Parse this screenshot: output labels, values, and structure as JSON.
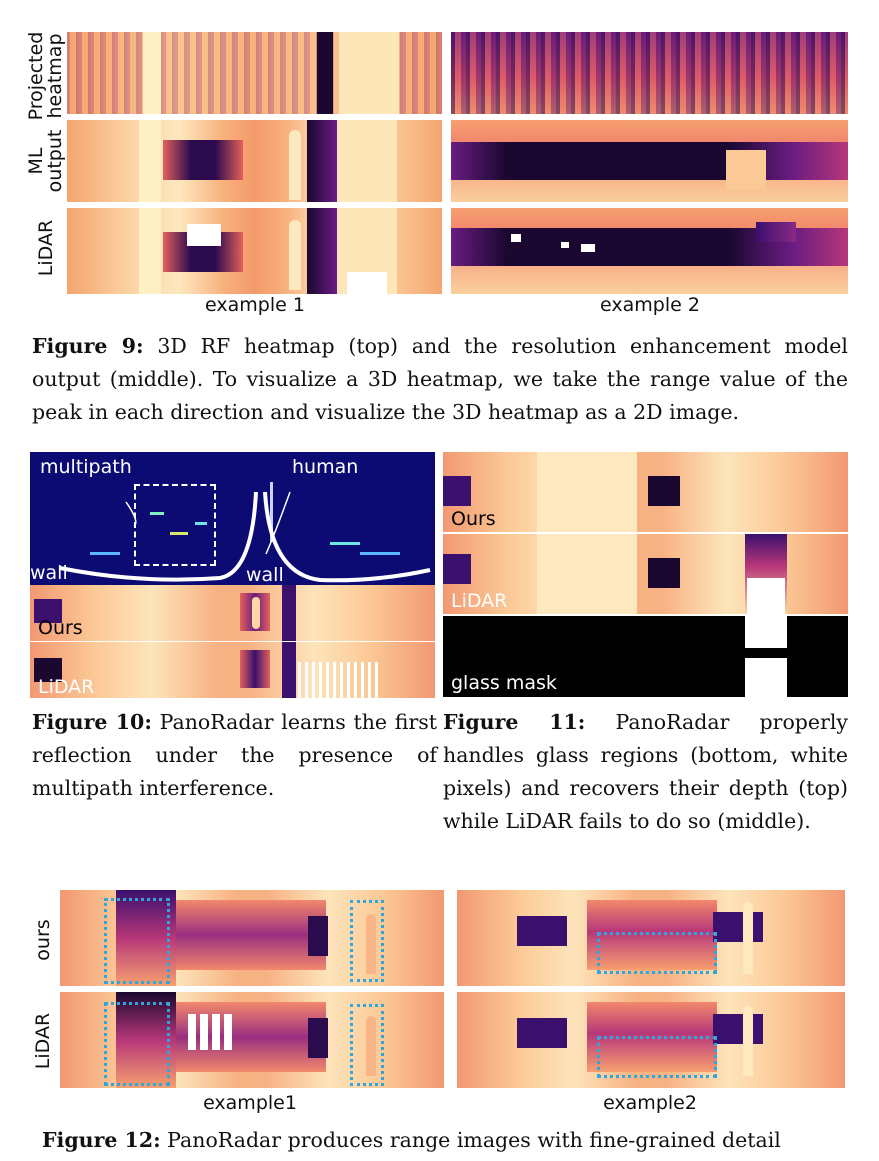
{
  "figure9": {
    "row_labels": [
      "Projected heatmap",
      "ML output",
      "LiDAR"
    ],
    "row_label_lines": [
      [
        "Projected",
        "heatmap"
      ],
      [
        "ML",
        "output"
      ],
      [
        "LiDAR"
      ]
    ],
    "x_labels": [
      "example 1",
      "example 2"
    ],
    "caption_label": "Figure 9:",
    "caption_text": " 3D RF heatmap (top) and the resolution enhancement model output (middle). To visualize a 3D heatmap, we take the range value of the peak in each direction and visualize the 3D heatmap as a 2D image."
  },
  "figure10": {
    "annotations": {
      "multipath": "multipath",
      "human": "human",
      "wall_left": "wall",
      "wall_right": "wall"
    },
    "panel_labels": [
      "Ours",
      "LiDAR"
    ],
    "caption_label": "Figure 10:",
    "caption_text": " PanoRadar learns the first reflection under the presence of multipath interference."
  },
  "figure11": {
    "panel_labels": [
      "Ours",
      "LiDAR",
      "glass mask"
    ],
    "caption_label": "Figure 11:",
    "caption_text": " PanoRadar properly handles glass regions (bottom, white pixels) and recovers their depth (top) while LiDAR fails to do so (middle)."
  },
  "figure12": {
    "row_labels": [
      "ours",
      "LiDAR"
    ],
    "x_labels": [
      "example1",
      "example2"
    ],
    "caption_label": "Figure 12:",
    "caption_text": " PanoRadar produces range images with fine-grained detail"
  },
  "colors": {
    "colormap": "magma",
    "highlight_box": "#2fa6dc",
    "heatmap_background": "#0b0b73"
  }
}
